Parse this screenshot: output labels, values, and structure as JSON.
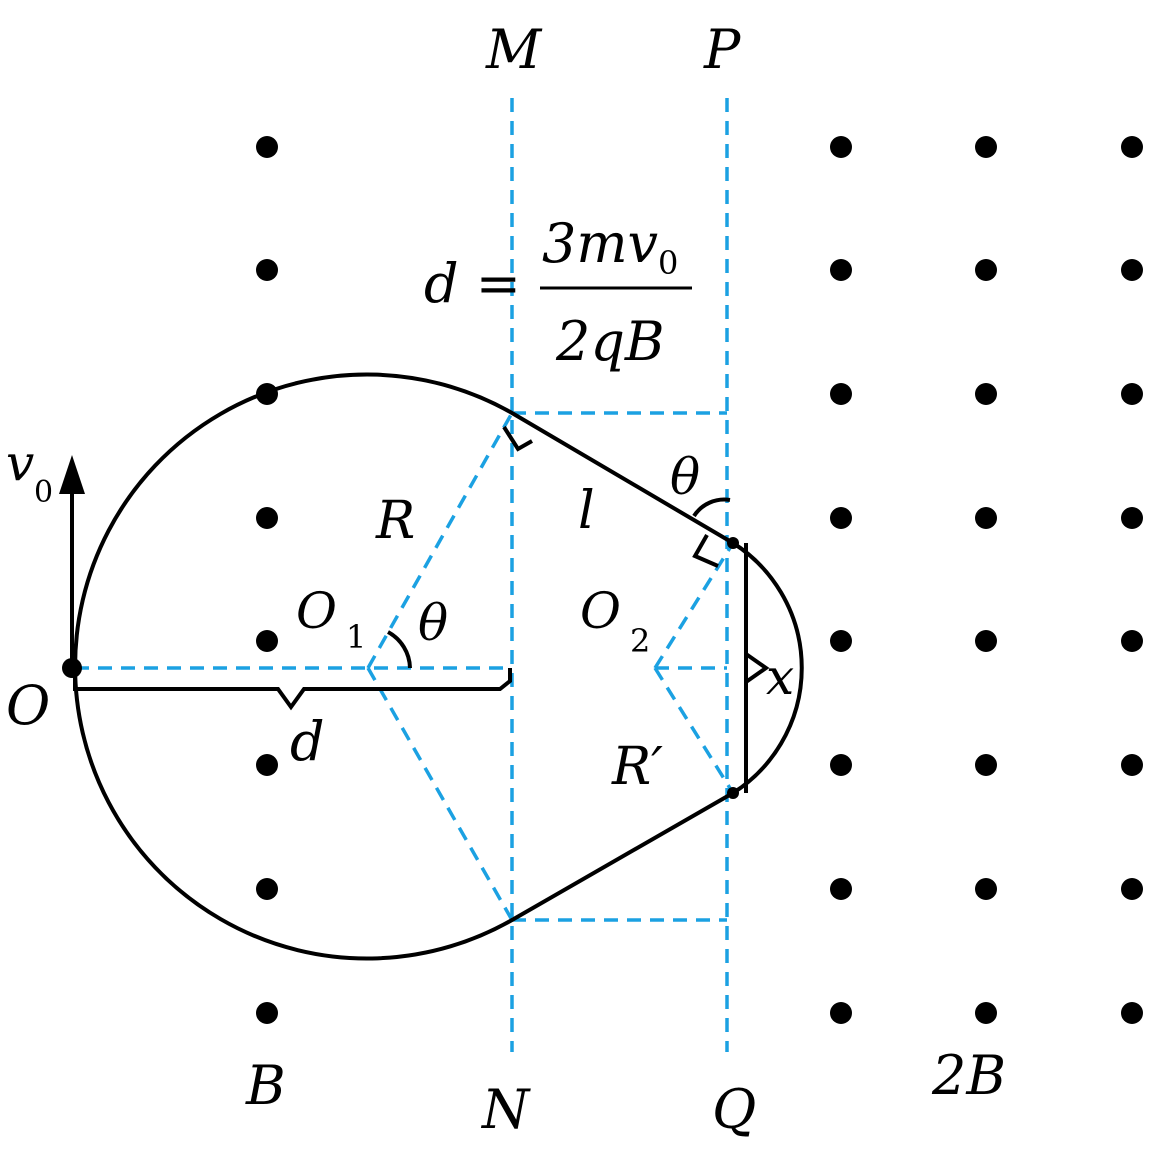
{
  "labels": {
    "M": "M",
    "P": "P",
    "N": "N",
    "Q": "Q",
    "O": "O",
    "O1": "O",
    "O1_sub": "1",
    "O2": "O",
    "O2_sub": "2",
    "v0": "v",
    "v0_sub": "0",
    "R": "R",
    "R_prime": "R′",
    "l": "l",
    "x": "x",
    "d": "d",
    "theta_left": "θ",
    "theta_right": "θ",
    "B_left": "B",
    "B_right": "2B"
  },
  "formula": {
    "lhs": "d =",
    "numerator": "3mv",
    "numerator_sub": "0",
    "denominator": "2qB"
  },
  "colors": {
    "boundary": "#1ba1e2",
    "path": "#000000",
    "field_dot": "#000000"
  }
}
